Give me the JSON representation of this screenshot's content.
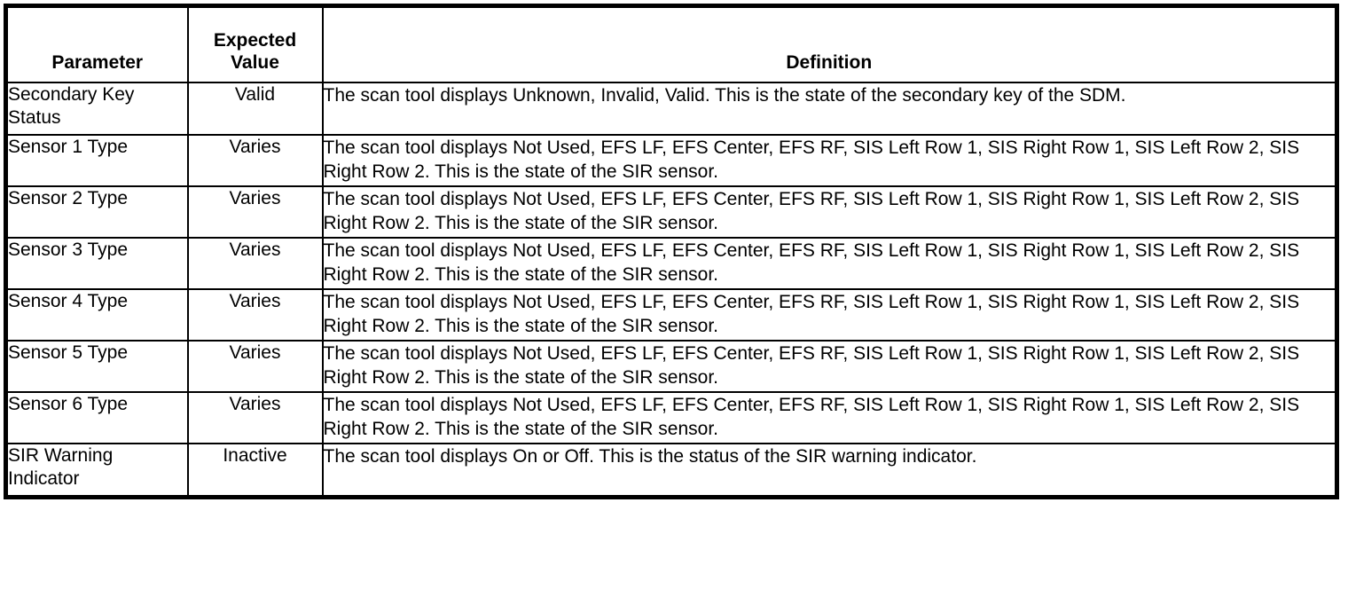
{
  "table": {
    "headers": {
      "parameter": "Parameter",
      "expected_value_line1": "Expected",
      "expected_value_line2": "Value",
      "definition": "Definition"
    },
    "rows": [
      {
        "parameter": "Secondary Key Status",
        "expected_value": "Valid",
        "definition": "The scan tool displays Unknown, Invalid, Valid. This is the state of the secondary key of the SDM."
      },
      {
        "parameter": "Sensor 1 Type",
        "expected_value": "Varies",
        "definition": "The scan tool displays Not Used, EFS LF, EFS Center, EFS RF, SIS Left Row 1, SIS Right Row 1, SIS Left Row 2, SIS Right Row 2. This is the state of the SIR sensor."
      },
      {
        "parameter": "Sensor 2 Type",
        "expected_value": "Varies",
        "definition": "The scan tool displays Not Used, EFS LF, EFS Center, EFS RF, SIS Left Row 1, SIS Right Row 1, SIS Left Row 2, SIS Right Row 2. This is the state of the SIR sensor."
      },
      {
        "parameter": "Sensor 3 Type",
        "expected_value": "Varies",
        "definition": "The scan tool displays Not Used, EFS LF, EFS Center, EFS RF, SIS Left Row 1, SIS Right Row 1, SIS Left Row 2, SIS Right Row 2. This is the state of the SIR sensor."
      },
      {
        "parameter": "Sensor 4 Type",
        "expected_value": "Varies",
        "definition": "The scan tool displays Not Used, EFS LF, EFS Center, EFS RF, SIS Left Row 1, SIS Right Row 1, SIS Left Row 2, SIS Right Row 2. This is the state of the SIR sensor."
      },
      {
        "parameter": "Sensor 5 Type",
        "expected_value": "Varies",
        "definition": "The scan tool displays Not Used, EFS LF, EFS Center, EFS RF, SIS Left Row 1, SIS Right Row 1, SIS Left Row 2, SIS Right Row 2. This is the state of the SIR sensor."
      },
      {
        "parameter": "Sensor 6 Type",
        "expected_value": "Varies",
        "definition": "The scan tool displays Not Used, EFS LF, EFS Center, EFS RF, SIS Left Row 1, SIS Right Row 1, SIS Left Row 2, SIS Right Row 2. This is the state of the SIR sensor."
      },
      {
        "parameter": "SIR Warning Indicator",
        "expected_value": "Inactive",
        "definition": "The scan tool displays On or Off. This is the status of the SIR warning indicator."
      }
    ]
  },
  "colors": {
    "text": "#000000",
    "background": "#ffffff",
    "border": "#000000"
  }
}
